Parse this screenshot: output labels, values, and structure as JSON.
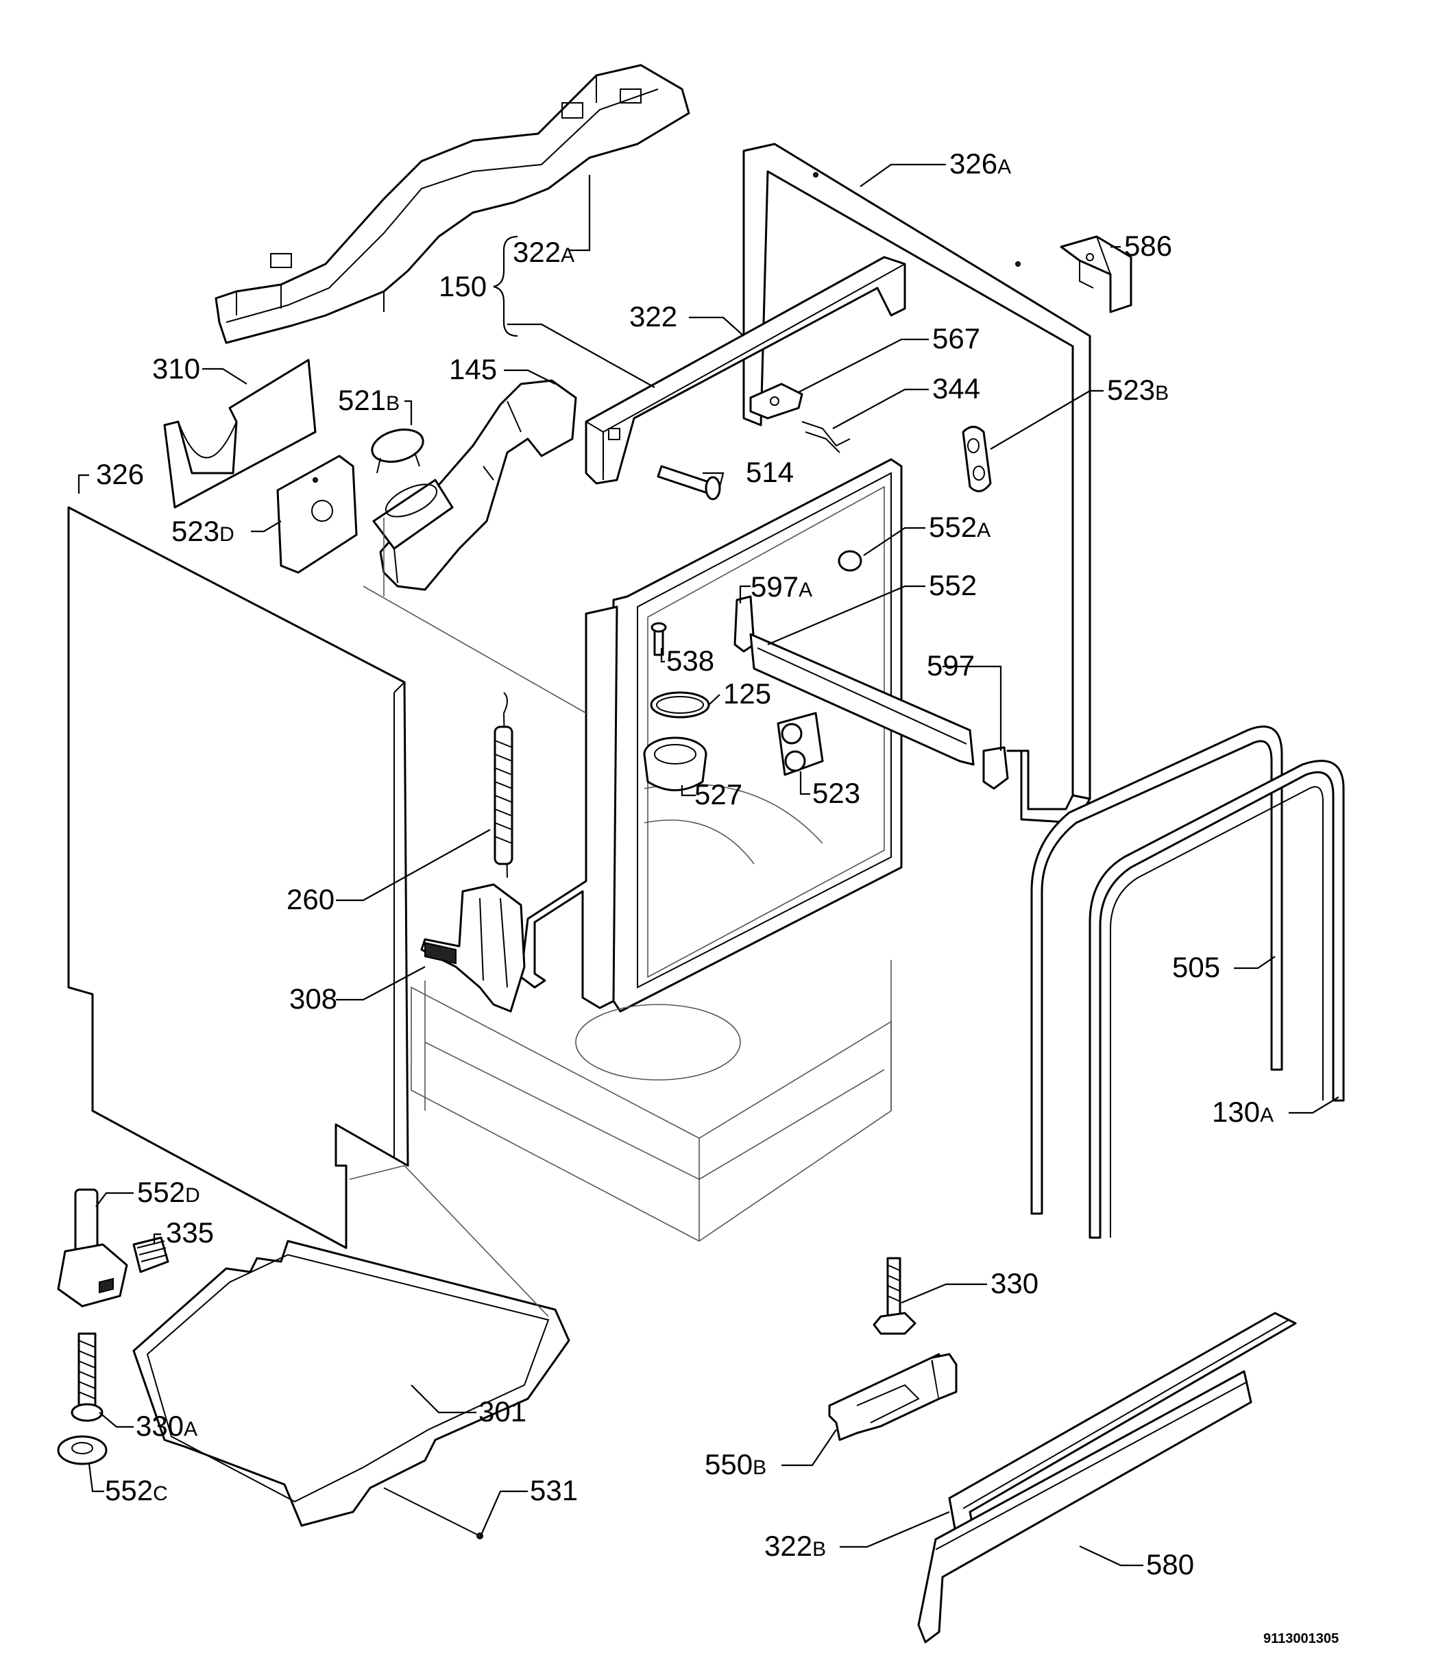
{
  "diagram_code": "9113001305",
  "callouts": [
    {
      "id": "322a",
      "number": "322",
      "suffix": "A"
    },
    {
      "id": "150",
      "number": "150",
      "suffix": ""
    },
    {
      "id": "326a",
      "number": "326",
      "suffix": "A"
    },
    {
      "id": "586",
      "number": "586",
      "suffix": ""
    },
    {
      "id": "322",
      "number": "322",
      "suffix": ""
    },
    {
      "id": "310",
      "number": "310",
      "suffix": ""
    },
    {
      "id": "145",
      "number": "145",
      "suffix": ""
    },
    {
      "id": "567",
      "number": "567",
      "suffix": ""
    },
    {
      "id": "521b",
      "number": "521",
      "suffix": "B"
    },
    {
      "id": "344",
      "number": "344",
      "suffix": ""
    },
    {
      "id": "523b",
      "number": "523",
      "suffix": "B"
    },
    {
      "id": "326",
      "number": "326",
      "suffix": ""
    },
    {
      "id": "514",
      "number": "514",
      "suffix": ""
    },
    {
      "id": "523d",
      "number": "523",
      "suffix": "D"
    },
    {
      "id": "552a",
      "number": "552",
      "suffix": "A"
    },
    {
      "id": "597a",
      "number": "597",
      "suffix": "A"
    },
    {
      "id": "552",
      "number": "552",
      "suffix": ""
    },
    {
      "id": "538",
      "number": "538",
      "suffix": ""
    },
    {
      "id": "597",
      "number": "597",
      "suffix": ""
    },
    {
      "id": "125",
      "number": "125",
      "suffix": ""
    },
    {
      "id": "527",
      "number": "527",
      "suffix": ""
    },
    {
      "id": "523",
      "number": "523",
      "suffix": ""
    },
    {
      "id": "260",
      "number": "260",
      "suffix": ""
    },
    {
      "id": "505",
      "number": "505",
      "suffix": ""
    },
    {
      "id": "308",
      "number": "308",
      "suffix": ""
    },
    {
      "id": "130a",
      "number": "130",
      "suffix": "A"
    },
    {
      "id": "552d",
      "number": "552",
      "suffix": "D"
    },
    {
      "id": "335",
      "number": "335",
      "suffix": ""
    },
    {
      "id": "330",
      "number": "330",
      "suffix": ""
    },
    {
      "id": "301",
      "number": "301",
      "suffix": ""
    },
    {
      "id": "330a",
      "number": "330",
      "suffix": "A"
    },
    {
      "id": "550b",
      "number": "550",
      "suffix": "B"
    },
    {
      "id": "552c",
      "number": "552",
      "suffix": "C"
    },
    {
      "id": "531",
      "number": "531",
      "suffix": ""
    },
    {
      "id": "322b",
      "number": "322",
      "suffix": "B"
    },
    {
      "id": "580",
      "number": "580",
      "suffix": ""
    }
  ]
}
